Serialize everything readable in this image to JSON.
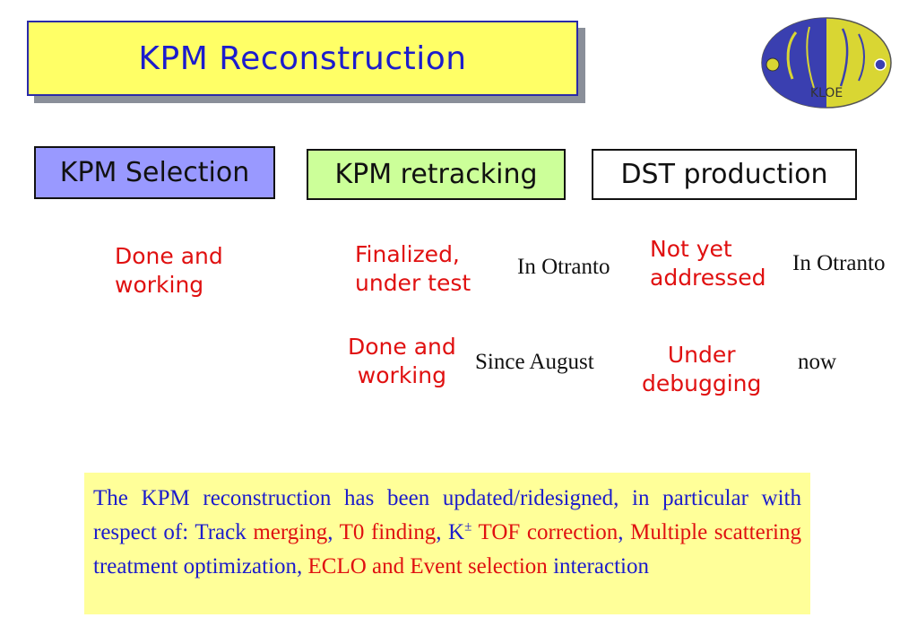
{
  "title": "KPM Reconstruction",
  "logo": {
    "icon": "kloe-logo-icon",
    "text": "KLOE"
  },
  "stages": {
    "selection": {
      "label": "KPM Selection",
      "color": "#9999ff"
    },
    "retracking": {
      "label": "KPM retracking",
      "color": "#ccff99"
    },
    "dst": {
      "label": "DST production",
      "color": "#ffffff"
    }
  },
  "status": {
    "selection": {
      "line1": "Done and",
      "line2": "working"
    },
    "retracking_1": {
      "line1": "Finalized,",
      "line2": "under test",
      "note": "In Otranto"
    },
    "retracking_2": {
      "line1": "Done and",
      "line2": "working",
      "note": "Since August"
    },
    "dst_1": {
      "line1": "Not yet",
      "line2": "addressed",
      "note": "In Otranto"
    },
    "dst_2": {
      "line1": "Under",
      "line2": "debugging",
      "note": "now"
    }
  },
  "summary": {
    "p1": "The KPM reconstruction has been updated/ridesigned, in particular with respect of: Track ",
    "h1": "merging",
    "s1": ", ",
    "h2": "T0 finding",
    "s2": ", K",
    "sup": "±",
    "h3": " TOF correction",
    "s3": ", ",
    "h4": "Multiple scattering",
    "s4": " treatment optimization, ",
    "h5": "ECLO and Event selection",
    "s5": " interaction"
  },
  "colors": {
    "title_bg": "#ffff66",
    "title_text": "#1c1ccc",
    "status_red": "#e01010",
    "note_bg": "#ffff99"
  }
}
